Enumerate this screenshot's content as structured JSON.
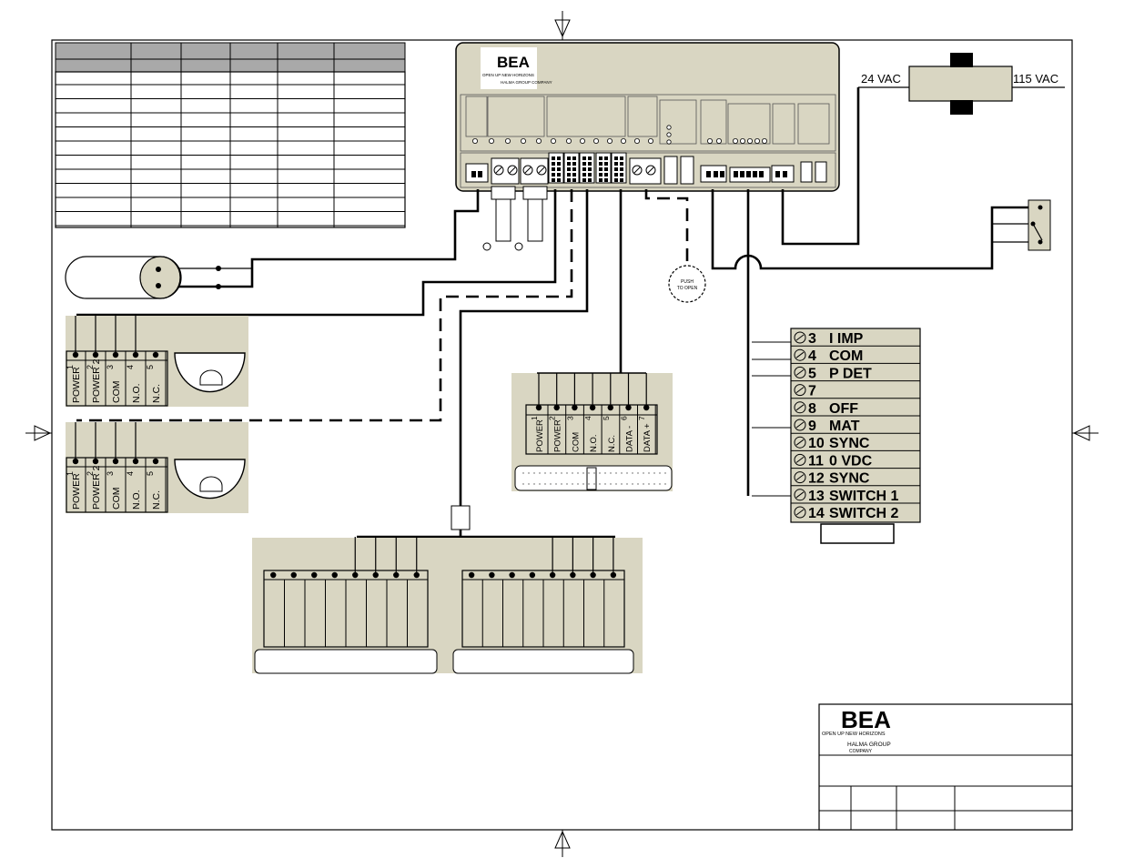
{
  "controller": {
    "brand": "BEA",
    "tagline": "OPEN UP NEW HORIZONS",
    "group": "HALMA GROUP COMPANY"
  },
  "transformer": {
    "secondary": "24  VAC",
    "primary": "115 VAC"
  },
  "push_button": {
    "label_line1": "PUSH",
    "label_line2": "TO OPEN"
  },
  "sensor_terminals": [
    {
      "name": "POWER",
      "num": "1"
    },
    {
      "name": "POWER 2",
      "num": "2"
    },
    {
      "name": "COM",
      "num": "3"
    },
    {
      "name": "N.O.",
      "num": "4"
    },
    {
      "name": "N.C.",
      "num": "5"
    }
  ],
  "safety_terminals": [
    {
      "name": "POWER",
      "num": "1"
    },
    {
      "name": "POWER",
      "num": "2"
    },
    {
      "name": "COM",
      "num": "3"
    },
    {
      "name": "N.O.",
      "num": "4"
    },
    {
      "name": "N.C.",
      "num": "5"
    },
    {
      "name": "DATA -",
      "num": "6"
    },
    {
      "name": "DATA +",
      "num": "7"
    }
  ],
  "terminal_block": [
    {
      "num": "3",
      "name": "I IMP"
    },
    {
      "num": "4",
      "name": "COM"
    },
    {
      "num": "5",
      "name": "P DET"
    },
    {
      "num": "7",
      "name": ""
    },
    {
      "num": "8",
      "name": "OFF"
    },
    {
      "num": "9",
      "name": "MAT"
    },
    {
      "num": "10",
      "name": "SYNC"
    },
    {
      "num": "11",
      "name": "0 VDC"
    },
    {
      "num": "12",
      "name": "SYNC"
    },
    {
      "num": "13",
      "name": "SWITCH 1"
    },
    {
      "num": "14",
      "name": "SWITCH 2"
    }
  ],
  "title_block": {
    "brand": "BEA",
    "tagline": "OPEN UP NEW HORIZONS",
    "group_line1": "HALMA GROUP",
    "group_line2": "COMPANY"
  }
}
